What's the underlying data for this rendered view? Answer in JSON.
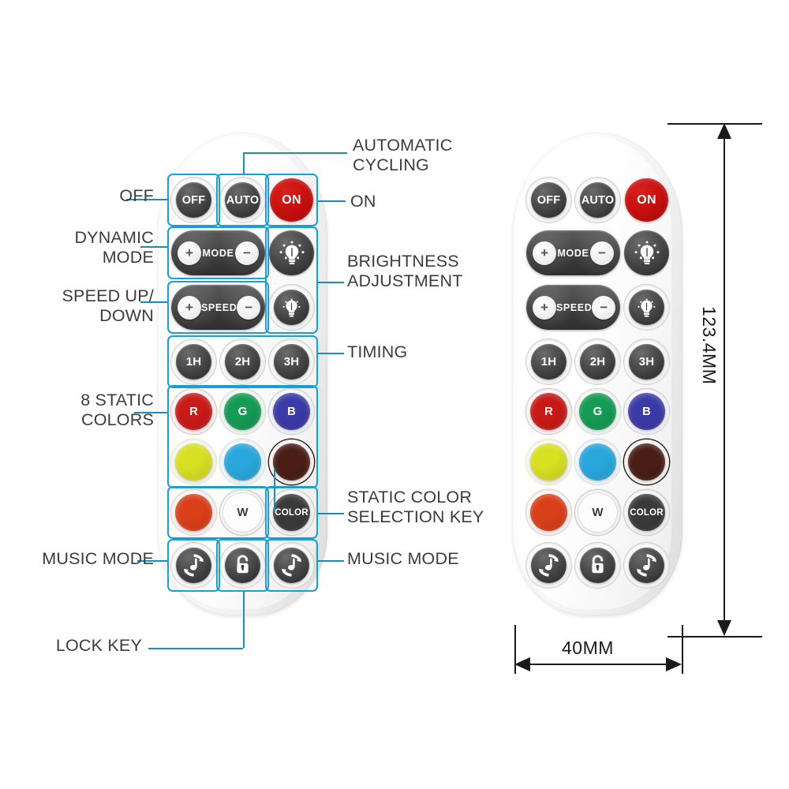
{
  "diagram": {
    "title": "LED remote control button function diagram",
    "accent_color": "#1a9ed4",
    "label_color": "#3c3c3c"
  },
  "callouts": {
    "off": "OFF",
    "automatic_cycling": "AUTOMATIC\nCYCLING",
    "on": "ON",
    "dynamic_mode": "DYNAMIC\nMODE",
    "brightness_adjustment": "BRIGHTNESS\nADJUSTMENT",
    "speed_up_down": "SPEED UP/\nDOWN",
    "timing": "TIMING",
    "static_colors": "8 STATIC\nCOLORS",
    "static_color_selection_key": "STATIC COLOR\nSELECTION KEY",
    "music_mode_left": "MUSIC MODE",
    "music_mode_right": "MUSIC MODE",
    "lock_key": "LOCK KEY"
  },
  "remote": {
    "row_power": [
      {
        "name": "off-button",
        "label": "OFF",
        "style": "dark"
      },
      {
        "name": "auto-button",
        "label": "AUTO",
        "style": "dark"
      },
      {
        "name": "on-button",
        "label": "ON",
        "style": "red"
      }
    ],
    "row_mode": {
      "pill_label": "MODE",
      "plus": "+",
      "minus": "−",
      "side_button": "brightness-up-button"
    },
    "row_speed": {
      "pill_label": "SPEED",
      "plus": "+",
      "minus": "−",
      "side_button": "brightness-down-button"
    },
    "row_timing": [
      {
        "name": "timer-1h-button",
        "label": "1H"
      },
      {
        "name": "timer-2h-button",
        "label": "2H"
      },
      {
        "name": "timer-3h-button",
        "label": "3H"
      }
    ],
    "colors_row1": [
      {
        "name": "color-red-button",
        "label": "R",
        "hex": "#c81a18",
        "ring": "#e9c9c5"
      },
      {
        "name": "color-green-button",
        "label": "G",
        "hex": "#159b54",
        "ring": "#cfe6d2"
      },
      {
        "name": "color-blue-button",
        "label": "B",
        "hex": "#3b3ba8",
        "ring": "#d2d2ea"
      }
    ],
    "colors_row2": [
      {
        "name": "color-yellow-green-button",
        "label": "",
        "hex": "#d8e022",
        "ring": "#edeec4"
      },
      {
        "name": "color-cyan-button",
        "label": "",
        "hex": "#2aa7dd",
        "ring": "#cde6f2"
      },
      {
        "name": "color-dark-brown-button",
        "label": "",
        "hex": "#4a1e17",
        "ring": "#2b1410"
      }
    ],
    "colors_row3": [
      {
        "name": "color-orange-red-button",
        "label": "",
        "hex": "#d9401a",
        "ring": "#f0d2c4"
      },
      {
        "name": "color-white-button",
        "label": "W",
        "hex": "#fdfdfd",
        "ring": "#cfcfcf"
      },
      {
        "name": "color-selection-button",
        "label": "COLOR",
        "hex": "#3a3a3a",
        "ring": "#cfcfcf"
      }
    ],
    "row_bottom": [
      {
        "name": "music-mode-left-button",
        "icon": "music-cycle-icon"
      },
      {
        "name": "lock-key-button",
        "icon": "lock-icon"
      },
      {
        "name": "music-mode-right-button",
        "icon": "music-cycle-icon"
      }
    ]
  },
  "dimensions": {
    "height": "123.4MM",
    "width": "40MM"
  }
}
